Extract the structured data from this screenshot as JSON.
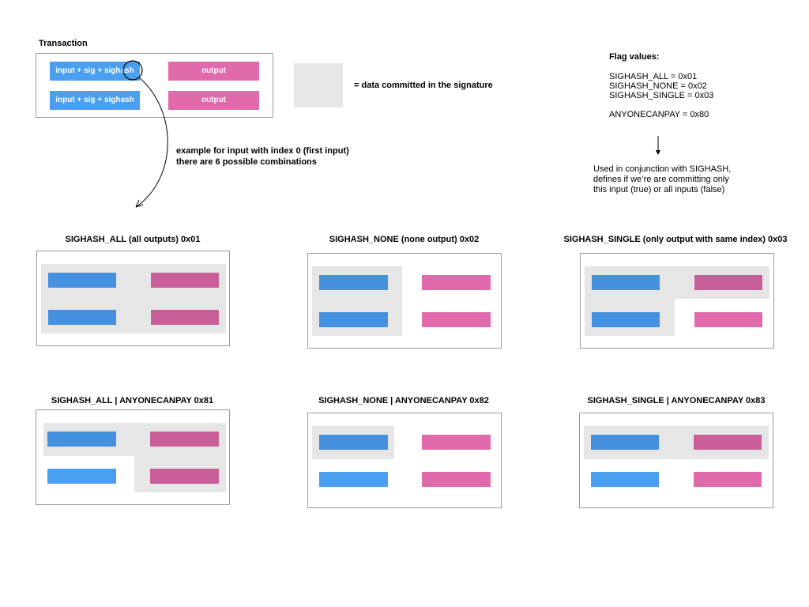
{
  "transaction": {
    "title": "Transaction",
    "input_label": "input + sig + sighash",
    "output_label": "output"
  },
  "legend": {
    "text": "= data committed in the signature"
  },
  "example_note": {
    "line1": "example for input with index 0 (first input)",
    "line2": "there are 6 possible combinations"
  },
  "flags": {
    "title": "Flag values:",
    "values": [
      "SIGHASH_ALL = 0x01",
      "SIGHASH_NONE = 0x02",
      "SIGHASH_SINGLE = 0x03",
      "ANYONECANPAY = 0x80"
    ],
    "note_lines": [
      "Used in conjunction with SIGHASH,",
      "defines if we’re are committing only",
      "this input (true) or all inputs (false)"
    ]
  },
  "panels": [
    {
      "title": "SIGHASH_ALL (all outputs) 0x01"
    },
    {
      "title": "SIGHASH_NONE (none output) 0x02"
    },
    {
      "title": "SIGHASH_SINGLE (only output with same index) 0x03"
    },
    {
      "title": "SIGHASH_ALL | ANYONECANPAY 0x81"
    },
    {
      "title": "SIGHASH_NONE | ANYONECANPAY 0x82"
    },
    {
      "title": "SIGHASH_SINGLE | ANYONECANPAY 0x83"
    }
  ],
  "colors": {
    "input": "#4a9ff0",
    "output": "#e06aab",
    "committed": "#e6e6e6"
  }
}
